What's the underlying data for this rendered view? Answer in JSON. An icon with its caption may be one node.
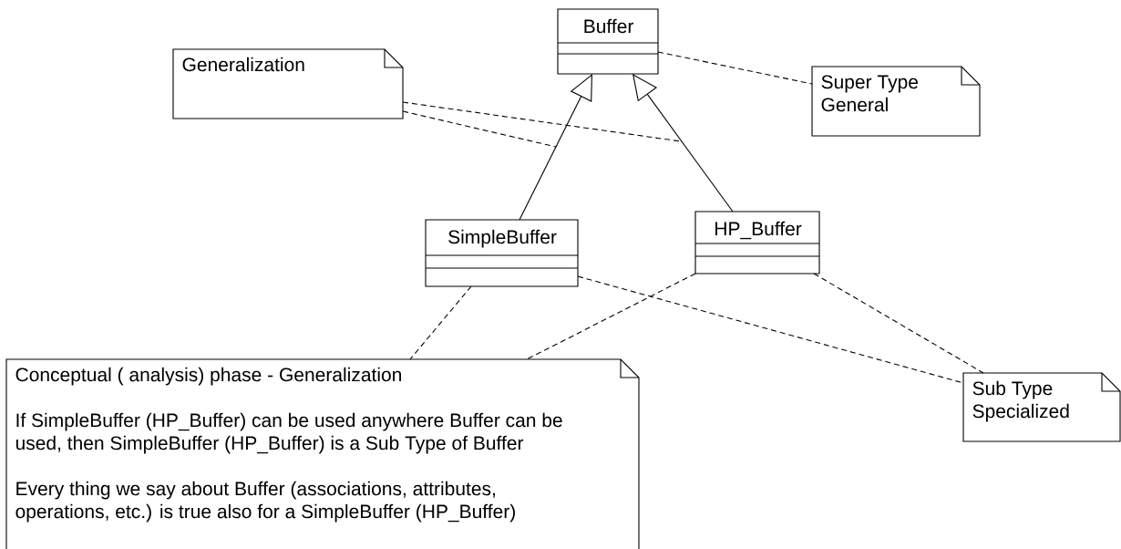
{
  "diagram": {
    "nodes": [
      {
        "text": [
          "Buffer"
        ]
      },
      {
        "text": [
          "Generalization"
        ]
      },
      {
        "text": [
          "Super Type General"
        ]
      },
      {
        "text": [
          "SimpleBuffer"
        ]
      },
      {
        "text": [
          "HP_Buffer"
        ]
      },
      {
        "text": [
          "Conceptual ( analysis) phase - Generalization",
          "If SimpleBuffer (HP_Buffer) can be used anywhere Buffer can be used, then SimpleBuffer (HP_Buffer) is a Sub Type of Buffer",
          "Every thing we say about Buffer (associations, attributes, operations, etc.) is true also for a SimpleBuffer (HP_Buffer)"
        ]
      },
      {
        "text": [
          "Sub Type Specialized"
        ]
      }
    ],
    "edges": [
      {
        "from": 3,
        "to": 0,
        "arrow": "to"
      },
      {
        "from": 4,
        "to": 0,
        "arrow": "to"
      },
      {
        "from": 1,
        "to": null,
        "arrow": "none",
        "style": "dashed"
      },
      {
        "from": 1,
        "to": null,
        "arrow": "none",
        "style": "dashed"
      },
      {
        "from": 0,
        "to": 2,
        "arrow": "none",
        "style": "dashed"
      },
      {
        "from": 3,
        "to": 5,
        "arrow": "none",
        "style": "dashed"
      },
      {
        "from": 4,
        "to": 5,
        "arrow": "none",
        "style": "dashed"
      },
      {
        "from": 3,
        "to": 6,
        "arrow": "none",
        "style": "dashed"
      },
      {
        "from": 4,
        "to": 6,
        "arrow": "none",
        "style": "dashed"
      }
    ]
  }
}
